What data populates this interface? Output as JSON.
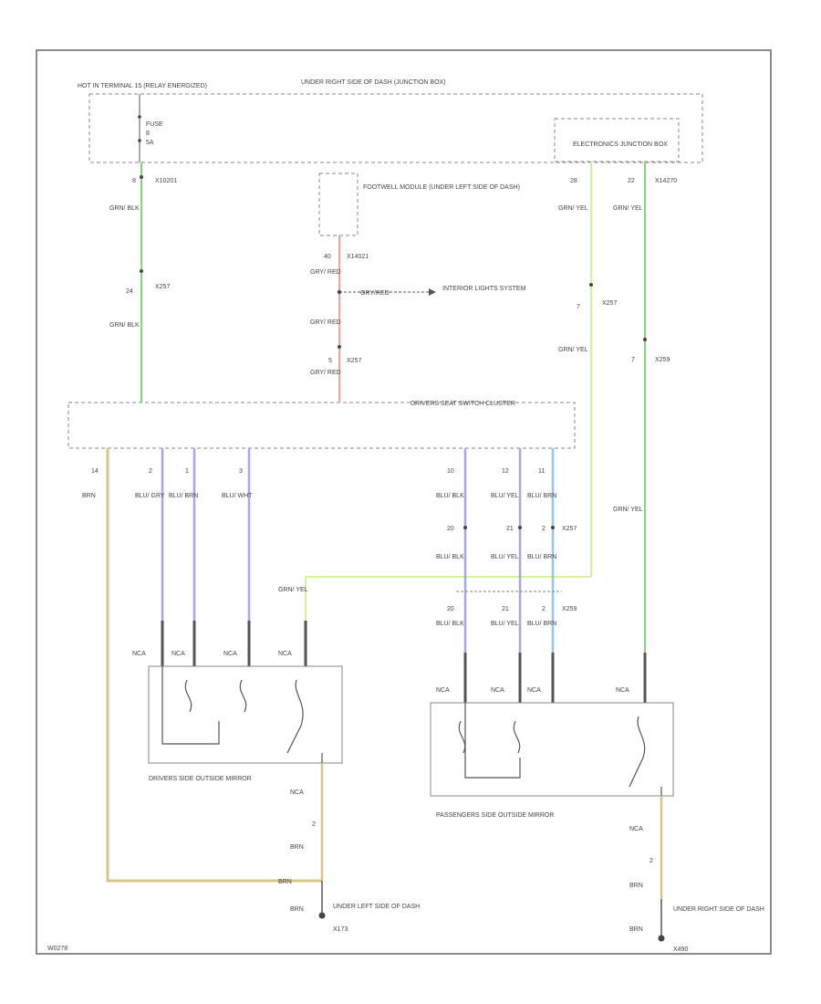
{
  "labels": {
    "hot_terminal": "HOT IN TERMINAL 15 (RELAY ENERGIZED)",
    "junction_box": "UNDER RIGHT SIDE OF DASH (JUNCTION BOX)",
    "fuse": "FUSE",
    "fuse_num": "8",
    "fuse_amp": "5A",
    "electronics_jb": "ELECTRONICS JUNCTION BOX",
    "footwell": "FOOTWELL MODULE (UNDER LEFT SIDE OF DASH)",
    "interior_lights": "INTERIOR LIGHTS SYSTEM",
    "drivers_switch": "DRIVERS SEAT SWITCH CLUSTER",
    "drivers_mirror": "DRIVERS SIDE OUTSIDE MIRROR",
    "passengers_mirror": "PASSENGERS SIDE OUTSIDE MIRROR",
    "ground_left": "UNDER LEFT SIDE OF DASH",
    "ground_left_id": "X173",
    "ground_right": "UNDER RIGHT SIDE OF DASH",
    "ground_right_id": "X490",
    "diagram_id": "W0278"
  },
  "wires": {
    "grn_blk": "GRN/ BLK",
    "gry_red": "GRY/ RED",
    "grn_yel": "GRN/ YEL",
    "brn": "BRN",
    "blu_gry": "BLU/ GRY",
    "blu_brn": "BLU/ BRN",
    "blu_wht": "BLU/ WHT",
    "blu_blk": "BLU/ BLK",
    "blu_yel": "BLU/ YEL",
    "inline_gry_red": "GRY/RED",
    "nca": "NCA"
  },
  "connectors": {
    "x10201": "X10201",
    "x14021": "X14021",
    "x14270": "X14270",
    "x257": "X257",
    "x259": "X259",
    "pin_8": "8",
    "pin_24": "24",
    "pin_40": "40",
    "pin_5": "5",
    "pin_28": "28",
    "pin_22": "22",
    "pin_7": "7",
    "pin_14": "14",
    "pin_2": "2",
    "pin_1": "1",
    "pin_3": "3",
    "pin_10": "10",
    "pin_12": "12",
    "pin_11": "11",
    "pin_20": "20",
    "pin_21": "21"
  },
  "colors": {
    "green": "#86d47c",
    "lime": "#d6f29a",
    "red": "#f0a4a4",
    "brown": "#d9c48a",
    "violet": "#a8a6ee",
    "blue": "#9cc4f0",
    "frame": "#666666"
  }
}
